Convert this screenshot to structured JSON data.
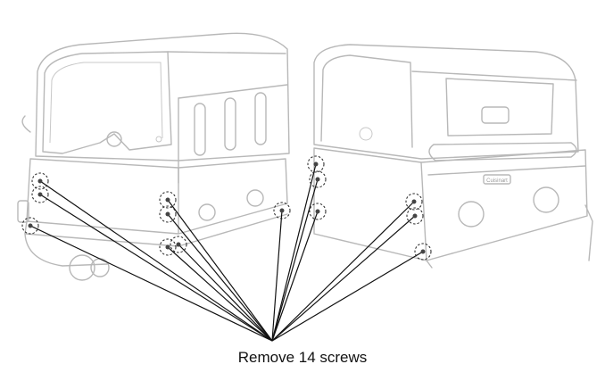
{
  "caption": "Remove 14 screws",
  "brand_badge": "Cuisinart",
  "screw_count": 14,
  "colors": {
    "outline": "#b8b8b8",
    "leader": "#111111",
    "ring": "#222222"
  }
}
